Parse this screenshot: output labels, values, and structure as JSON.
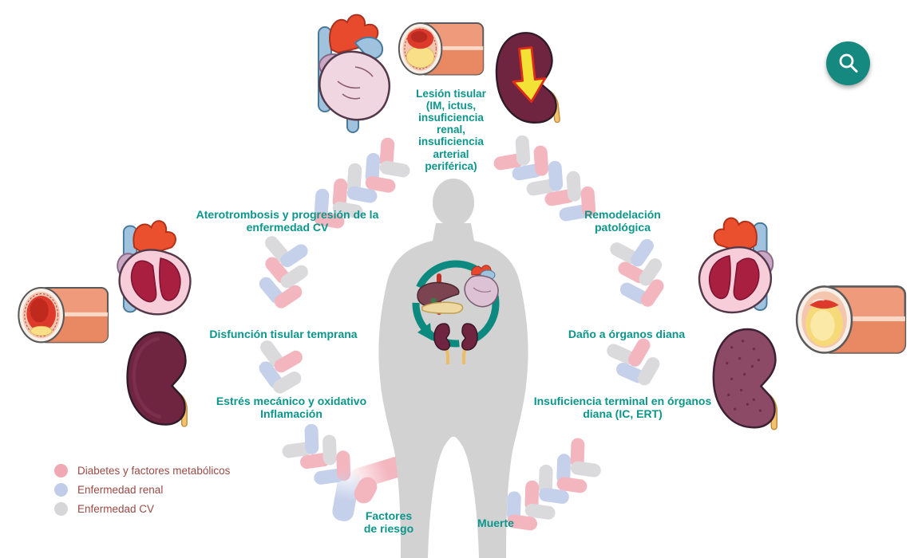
{
  "colors": {
    "teal_label_text": "#0b968b",
    "search_button_teal": "#15897f",
    "legend_text": "#9b4a44",
    "braid_pink": "#f3b6bf",
    "braid_blue": "#c5d0ea",
    "braid_gray": "#dadadc",
    "silhouette_gray": "#d2d2d2",
    "cycle_arrow_teal": "#0d8a7f"
  },
  "header": {
    "search_button_icon": "magnifying-glass"
  },
  "cycle": {
    "stages": [
      {
        "position": "top",
        "label": "Lesión tisular\n(IM, ictus,\ninsuficiencia\nrenal,\ninsuficiencia\narterial\nperiférica)"
      },
      {
        "position": "upper-right",
        "label": "Remodelación\npatológica"
      },
      {
        "position": "right",
        "label": "Daño a órganos diana"
      },
      {
        "position": "lower-right",
        "label": "Insuficiencia terminal en órganos\ndiana (IC, ERT)"
      },
      {
        "position": "bottom",
        "label": "Muerte"
      },
      {
        "position": "bottom-left",
        "label": "Factores\nde riesgo"
      },
      {
        "position": "lower-left",
        "label": "Estrés mecánico y oxidativo\nInflamación"
      },
      {
        "position": "left",
        "label": "Disfunción tisular temprana"
      },
      {
        "position": "upper-left",
        "label": "Aterotrombosis y progresión de la\nenfermedad CV"
      }
    ]
  },
  "legend": {
    "items": [
      {
        "label": "Diabetes y factores metabólicos",
        "color": "#f0a9b4"
      },
      {
        "label": "Enfermedad renal",
        "color": "#c0cce8"
      },
      {
        "label": "Enfermedad CV",
        "color": "#d6d6d8"
      }
    ]
  }
}
